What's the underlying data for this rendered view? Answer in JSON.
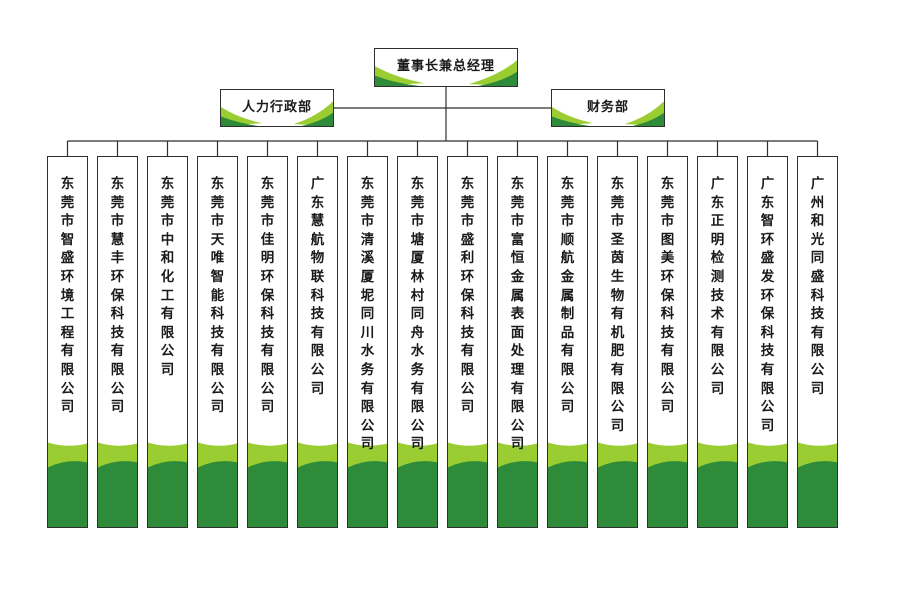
{
  "chairman": "董事长兼总经理",
  "departments": {
    "hr": "人力行政部",
    "finance": "财务部"
  },
  "companies": [
    "东莞市智盛环境工程有限公司",
    "东莞市慧丰环保科技有限公司",
    "东莞市中和化工有限公司",
    "东莞市天唯智能科技有限公司",
    "东莞市佳明环保科技有限公司",
    "广东慧航物联科技有限公司",
    "东莞市清溪厦坭同川水务有限公司",
    "东莞市塘厦林村同舟水务有限公司",
    "东莞市盛利环保科技有限公司",
    "东莞市富恒金属表面处理有限公司",
    "东莞市顺航金属制品有限公司",
    "东莞市圣茵生物有机肥有限公司",
    "东莞市图美环保科技有限公司",
    "广东正明检测技术有限公司",
    "广东智环盛发环保科技有限公司",
    "广州和光同盛科技有限公司"
  ],
  "colors": {
    "dark_green": "#2e8b3a",
    "light_green": "#9acd32",
    "border": "#2f2f2f",
    "line": "#2f2f2f"
  }
}
